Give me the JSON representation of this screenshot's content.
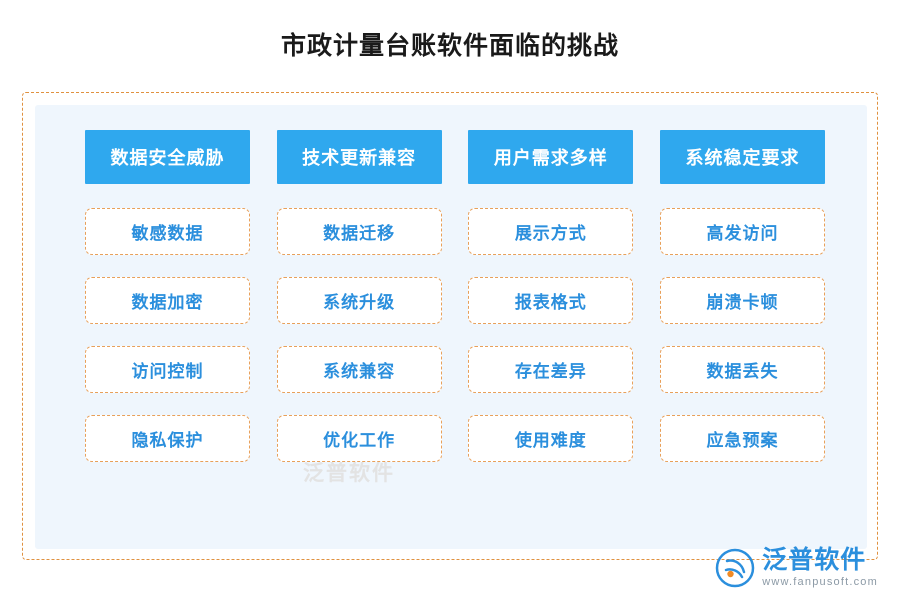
{
  "title": "市政计量台账软件面临的挑战",
  "columns": [
    {
      "header": "数据安全威胁",
      "items": [
        "敏感数据",
        "数据加密",
        "访问控制",
        "隐私保护"
      ]
    },
    {
      "header": "技术更新兼容",
      "items": [
        "数据迁移",
        "系统升级",
        "系统兼容",
        "优化工作"
      ]
    },
    {
      "header": "用户需求多样",
      "items": [
        "展示方式",
        "报表格式",
        "存在差异",
        "使用难度"
      ]
    },
    {
      "header": "系统稳定要求",
      "items": [
        "高发访问",
        "崩溃卡顿",
        "数据丢失",
        "应急预案"
      ]
    }
  ],
  "watermark": "泛普软件",
  "logo": {
    "name": "泛普软件",
    "domain": "www.fanpusoft.com"
  },
  "colors": {
    "header_bg": "#2fa8ee",
    "cell_text": "#2b8fdd",
    "cell_border": "#e8a05a",
    "panel_bg": "#eff6fd",
    "frame_border": "#e0913f"
  }
}
